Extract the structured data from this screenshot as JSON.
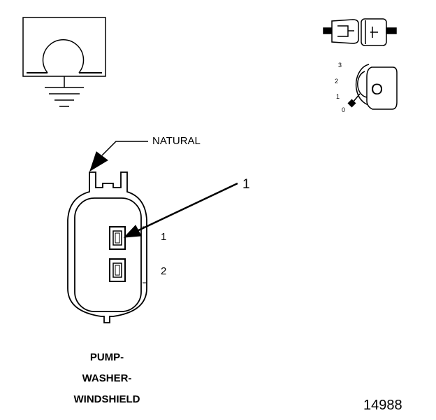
{
  "labels": {
    "color": "NATURAL",
    "callout": "1",
    "cavity_1": "1",
    "cavity_2": "2"
  },
  "ignition_positions": [
    "3",
    "2",
    "1",
    "0"
  ],
  "key_letter": "O",
  "component_name": [
    "PUMP-",
    "WASHER-",
    "WINDSHIELD"
  ],
  "figure_number": "14988",
  "colors": {
    "line": "#000000",
    "background": "#ffffff"
  }
}
